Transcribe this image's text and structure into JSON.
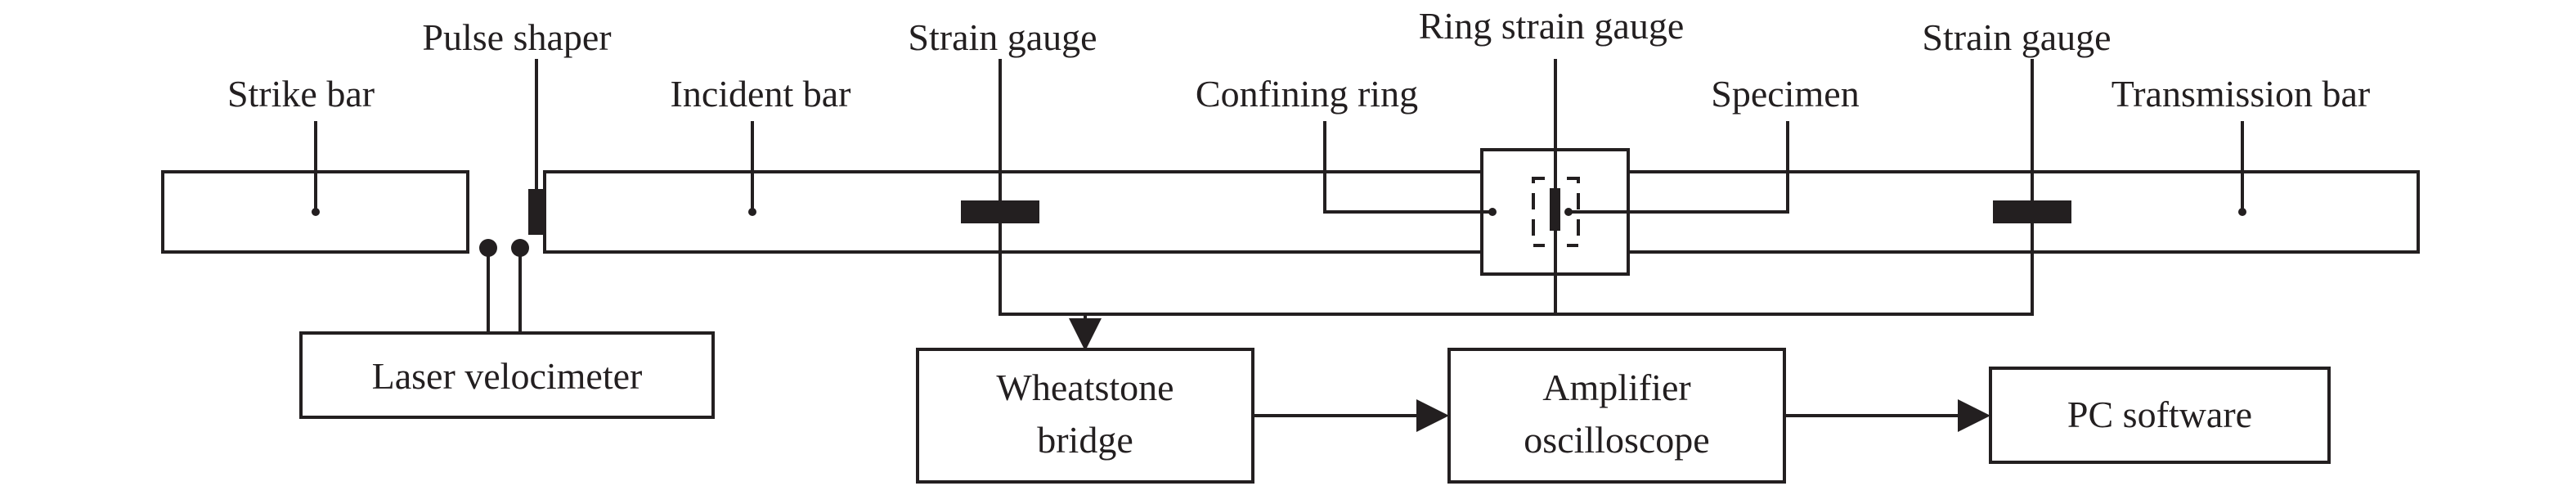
{
  "labels": {
    "strike_bar": "Strike bar",
    "pulse_shaper": "Pulse shaper",
    "incident_bar": "Incident bar",
    "strain_gauge_left": "Strain gauge",
    "confining_ring": "Confining ring",
    "ring_strain_gauge": "Ring strain gauge",
    "specimen": "Specimen",
    "strain_gauge_right": "Strain gauge",
    "transmission_bar": "Transmission bar",
    "laser_velocimeter": "Laser velocimeter",
    "wheatstone_line1": "Wheatstone",
    "wheatstone_line2": "bridge",
    "amplifier_line1": "Amplifier",
    "amplifier_line2": "oscilloscope",
    "pc_software": "PC software"
  },
  "colors": {
    "line": "#231f20",
    "background": "#ffffff"
  }
}
